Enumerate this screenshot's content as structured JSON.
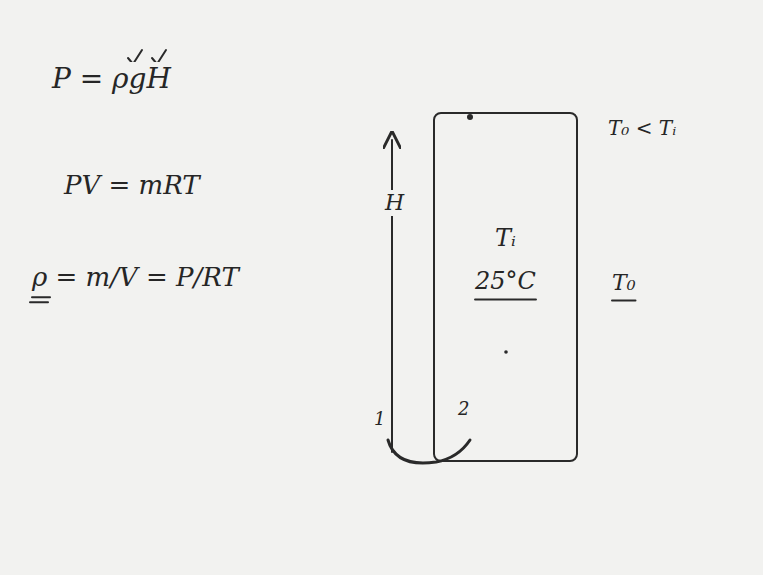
{
  "diagram": {
    "nodes": [
      {
        "text": [
          "Tᵢ",
          "25°C"
        ]
      }
    ],
    "labels": [
      "P = ρgH",
      "PV = mRT",
      "ρ = m/V = P/RT",
      "H",
      "1",
      "2",
      "T₀ < Tᵢ",
      "T₀"
    ]
  }
}
